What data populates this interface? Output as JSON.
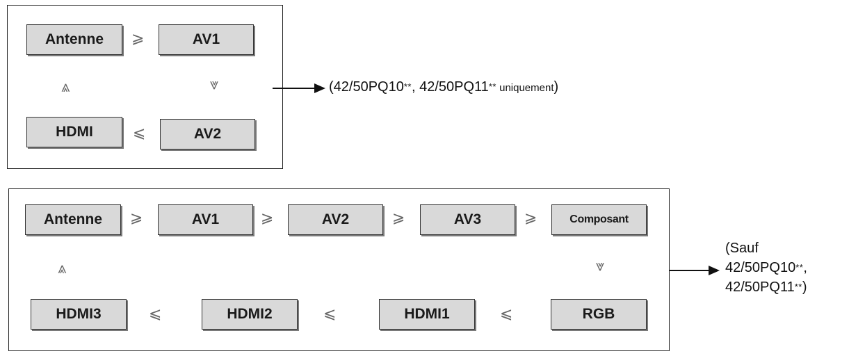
{
  "top_diagram": {
    "boxes": {
      "antenne": "Antenne",
      "av1": "AV1",
      "av2": "AV2",
      "hdmi": "HDMI"
    },
    "symbols": {
      "right": "⩾",
      "left": "⩽",
      "up": "⩓",
      "down": "⩔"
    },
    "note": {
      "open": "(42/50PQ10",
      "ast1": "**",
      "mid": ", 42/50PQ11",
      "ast2": "**",
      "word": " uniquement",
      "close": ")"
    }
  },
  "bottom_diagram": {
    "boxes": {
      "antenne": "Antenne",
      "av1": "AV1",
      "av2": "AV2",
      "av3": "AV3",
      "composant": "Composant",
      "rgb": "RGB",
      "hdmi1": "HDMI1",
      "hdmi2": "HDMI2",
      "hdmi3": "HDMI3"
    },
    "symbols": {
      "right": "⩾",
      "left": "⩽",
      "up": "⩓",
      "down": "⩔"
    },
    "note": {
      "line1": "(Sauf",
      "line2_text": " 42/50PQ10",
      "line2_ast": "**",
      "line2_comma": ",",
      "line3_text": " 42/50PQ11",
      "line3_ast": "**",
      "line3_close": ")"
    }
  }
}
